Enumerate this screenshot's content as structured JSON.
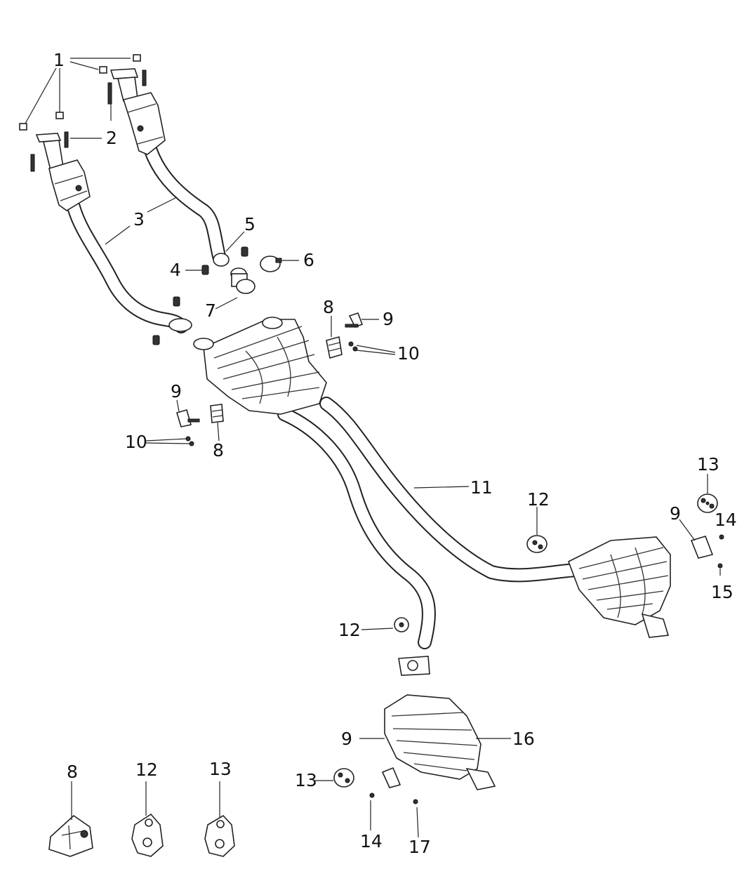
{
  "callouts": {
    "c1": "1",
    "c2": "2",
    "c3": "3",
    "c4": "4",
    "c5": "5",
    "c6": "6",
    "c7": "7",
    "c8a": "8",
    "c8b": "8",
    "c8c": "8",
    "c9a": "9",
    "c9b": "9",
    "c9c": "9",
    "c9d": "9",
    "c10a": "10",
    "c10b": "10",
    "c11": "11",
    "c12a": "12",
    "c12b": "12",
    "c12c": "12",
    "c13a": "13",
    "c13b": "13",
    "c13c": "13",
    "c14a": "14",
    "c14b": "14",
    "c15": "15",
    "c16": "16",
    "c17": "17"
  },
  "colors": {
    "line": "#222222",
    "background": "#ffffff"
  }
}
